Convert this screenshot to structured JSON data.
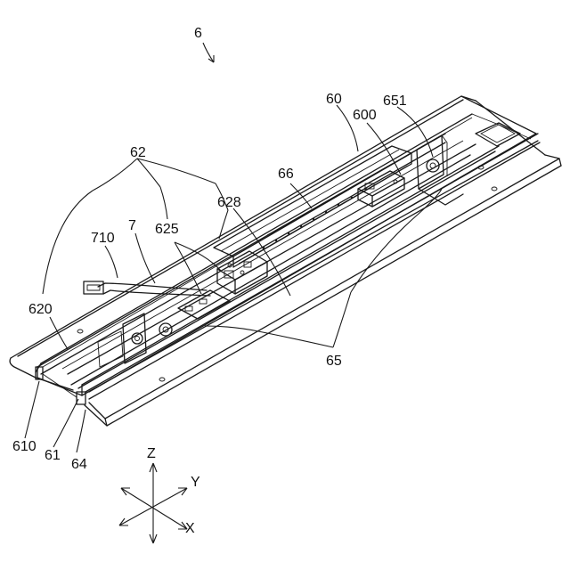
{
  "figure": {
    "ref": "6",
    "labels": {
      "l60": "60",
      "l600": "600",
      "l651": "651",
      "l62": "62",
      "l66": "66",
      "l628": "628",
      "l625": "625",
      "l7": "7",
      "l710": "710",
      "l620": "620",
      "l65": "65",
      "l610": "610",
      "l61": "61",
      "l64": "64"
    },
    "axes": {
      "z": "Z",
      "y": "Y",
      "x": "X"
    }
  }
}
